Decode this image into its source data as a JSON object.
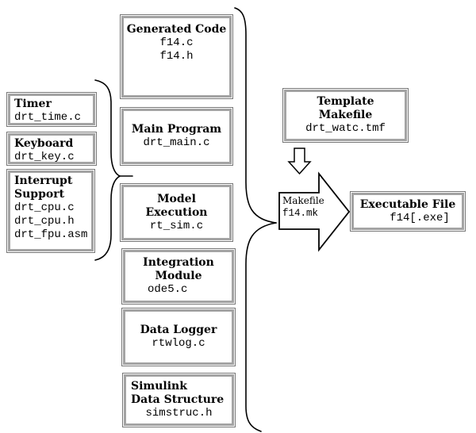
{
  "colors": {
    "box_border": "#a3a3a3",
    "box_border_outer": "#777777",
    "line": "#000000",
    "background": "#ffffff",
    "text": "#000000"
  },
  "boxes": {
    "generated_code": {
      "title_lines": [
        "Generated Code"
      ],
      "files": [
        "f14.c",
        "f14.h"
      ]
    },
    "timer": {
      "title_lines": [
        "Timer"
      ],
      "files": [
        "drt_time.c"
      ]
    },
    "keyboard": {
      "title_lines": [
        "Keyboard"
      ],
      "files": [
        "drt_key.c"
      ]
    },
    "interrupt_support": {
      "title_lines": [
        "Interrupt",
        "Support"
      ],
      "files": [
        "drt_cpu.c",
        "drt_cpu.h",
        "drt_fpu.asm"
      ]
    },
    "main_program": {
      "title_lines": [
        "Main Program"
      ],
      "files": [
        "drt_main.c"
      ]
    },
    "model_execution": {
      "title_lines": [
        "Model",
        "Execution"
      ],
      "files": [
        "rt_sim.c"
      ]
    },
    "integration_module": {
      "title_lines": [
        "Integration",
        "Module"
      ],
      "files": [
        "ode5.c"
      ]
    },
    "data_logger": {
      "title_lines": [
        "Data Logger"
      ],
      "files": [
        "rtwlog.c"
      ]
    },
    "simulink_data_structure": {
      "title_lines": [
        "Simulink",
        "Data Structure"
      ],
      "files": [
        "simstruc.h"
      ]
    },
    "template_makefile": {
      "title_lines": [
        "Template",
        "Makefile"
      ],
      "files": [
        "drt_watc.tmf"
      ]
    },
    "executable_file": {
      "title_lines": [
        "Executable File"
      ],
      "files": [
        "f14[.exe]"
      ]
    }
  },
  "makefile_arrow": {
    "label": "Makefile",
    "file": "f14.mk"
  }
}
